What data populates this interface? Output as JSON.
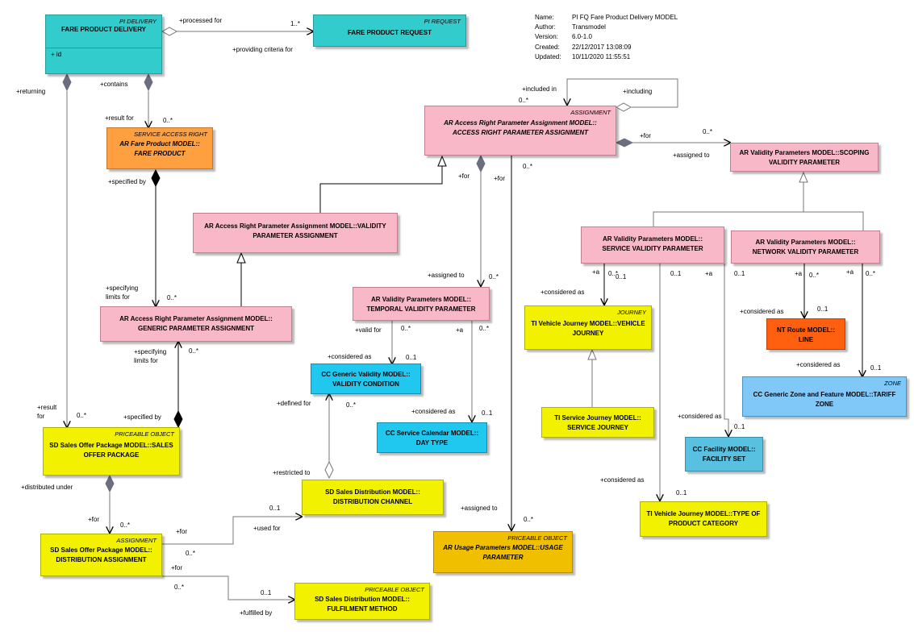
{
  "meta": {
    "name_key": "Name:",
    "name": "PI FQ Fare Product Delivery MODEL",
    "author_key": "Author:",
    "author": "Transmodel",
    "version_key": "Version:",
    "version": "6.0-1.0",
    "created_key": "Created:",
    "created": "22/12/2017 13:08:09",
    "updated_key": "Updated:",
    "updated": "10/11/2020 11:55:51"
  },
  "nodes": {
    "fare_product_delivery": {
      "stereotype": "PI DELIVERY",
      "name": "FARE PRODUCT DELIVERY",
      "attr": "+     id"
    },
    "fare_product_request": {
      "stereotype": "PI REQUEST",
      "name": "FARE PRODUCT REQUEST"
    },
    "fare_product": {
      "stereotype": "SERVICE ACCESS RIGHT",
      "name": "AR Fare Product MODEL::\nFARE PRODUCT"
    },
    "access_right_param_assignment": {
      "stereotype": "ASSIGNMENT",
      "name": "AR Access Right Parameter Assignment MODEL::\nACCESS RIGHT PARAMETER ASSIGNMENT"
    },
    "scoping_validity_param": {
      "name": "AR Validity Parameters MODEL::SCOPING\nVALIDITY PARAMETER"
    },
    "validity_param_assignment": {
      "name": "AR Access Right Parameter Assignment MODEL::VALIDITY\nPARAMETER ASSIGNMENT"
    },
    "generic_param_assignment": {
      "name": "AR Access Right Parameter Assignment MODEL::\nGENERIC PARAMETER ASSIGNMENT"
    },
    "temporal_validity_param": {
      "name": "AR Validity Parameters MODEL::\nTEMPORAL VALIDITY PARAMETER"
    },
    "service_validity_param": {
      "name": "AR Validity Parameters MODEL::\nSERVICE VALIDITY PARAMETER"
    },
    "network_validity_param": {
      "name": "AR Validity Parameters MODEL::\nNETWORK VALIDITY PARAMETER"
    },
    "vehicle_journey": {
      "stereotype": "JOURNEY",
      "name": "TI Vehicle Journey MODEL::VEHICLE\nJOURNEY"
    },
    "line": {
      "name": "NT Route MODEL::\nLINE"
    },
    "validity_condition": {
      "name": "CC Generic Validity MODEL::\nVALIDITY CONDITION"
    },
    "day_type": {
      "name": "CC Service Calendar MODEL::\nDAY TYPE"
    },
    "tariff_zone": {
      "stereotype": "ZONE",
      "name": "CC Generic Zone and Feature MODEL::TARIFF\nZONE"
    },
    "service_journey": {
      "name": "TI Service Journey MODEL::\nSERVICE JOURNEY"
    },
    "facility_set": {
      "name": "CC Facility MODEL::\nFACILITY SET"
    },
    "sales_offer_package": {
      "stereotype": "PRICEABLE OBJECT",
      "name": "SD Sales Offer Package MODEL::SALES\nOFFER PACKAGE"
    },
    "distribution_channel": {
      "name": "SD Sales Distribution MODEL::\nDISTRIBUTION CHANNEL"
    },
    "type_of_product_category": {
      "name": "TI Vehicle Journey MODEL::TYPE OF\nPRODUCT CATEGORY"
    },
    "distribution_assignment": {
      "stereotype": "ASSIGNMENT",
      "name": "SD Sales Offer Package MODEL::\nDISTRIBUTION ASSIGNMENT"
    },
    "usage_parameter": {
      "stereotype": "PRICEABLE OBJECT",
      "name": "AR Usage Parameters MODEL::USAGE\nPARAMETER"
    },
    "fulfilment_method": {
      "stereotype": "PRICEABLE OBJECT",
      "name": "SD Sales Distribution MODEL::\nFULFILMENT METHOD"
    }
  },
  "labels": {
    "processed_for": "+processed for",
    "one_many_req": "1..*",
    "providing_criteria": "+providing criteria for",
    "contains": "+contains",
    "returning": "+returning",
    "result_for": "+result for",
    "zero_many_fp": "0..*",
    "specified_by": "+specified by",
    "included_in": "+included in",
    "zero_many_incl": "0..*",
    "including": "+including",
    "for_scoping": "+for",
    "zero_many_scoping": "0..*",
    "assigned_to_scoping": "+assigned to",
    "for_temporal": "+for",
    "for_usage": "+for",
    "zero_many_usage_top": "0..*",
    "assigned_to_temporal": "+assigned to",
    "zero_many_temporal": "0..*",
    "specifying_limits_1": "+specifying\nlimits for",
    "zero_many_gpa": "0..*",
    "specifying_limits_2": "+specifying\nlimits for",
    "zero_many_gpa2": "0..*",
    "valid_for": "+valid for",
    "zero_many_vf": "0..*",
    "a_temporal": "+a",
    "zero_many_temporal_dt": "0..*",
    "considered_as_vc": "+considered as",
    "zero_one_vc": "0..1",
    "a_svp1": "+a",
    "zero_many_svp": "0..*",
    "zero_one_svp1": "0..1",
    "a_svp2": "+a",
    "considered_as_vj": "+considered as",
    "zero_one_vj": "0..1",
    "zero_one_nvp": "0..1",
    "a_nvp1": "+a",
    "zero_many_nvp1": "0..*",
    "a_nvp2": "+a",
    "zero_many_nvp2": "0..*",
    "considered_as_line": "+considered as",
    "zero_one_line": "0..1",
    "considered_as_zone": "+considered as",
    "zero_one_zone": "0..1",
    "defined_for": "+defined for",
    "zero_many_df": "0..*",
    "considered_as_dt": "+considered as",
    "zero_one_dt": "0..1",
    "result_for_sop": "+result\nfor",
    "zero_many_sop": "0..*",
    "specified_by_sop": "+specified by",
    "considered_as_fs": "+considered as",
    "zero_one_fs": "0..1",
    "restricted_to": "+restricted to",
    "distributed_under": "+distributed under",
    "for_da": "+for",
    "zero_many_da": "0..*",
    "zero_one_dc": "0..1",
    "used_for": "+used for",
    "considered_as_tpc": "+considered as",
    "zero_one_tpc": "0..1",
    "assigned_to_usage": "+assigned to",
    "zero_many_usage": "0..*",
    "for_da2": "+for",
    "zero_many_da2": "0..*",
    "for_da3": "+for",
    "zero_many_da3": "0..*",
    "zero_one_fm": "0..1",
    "fulfilled_by": "+fulfilled by"
  }
}
